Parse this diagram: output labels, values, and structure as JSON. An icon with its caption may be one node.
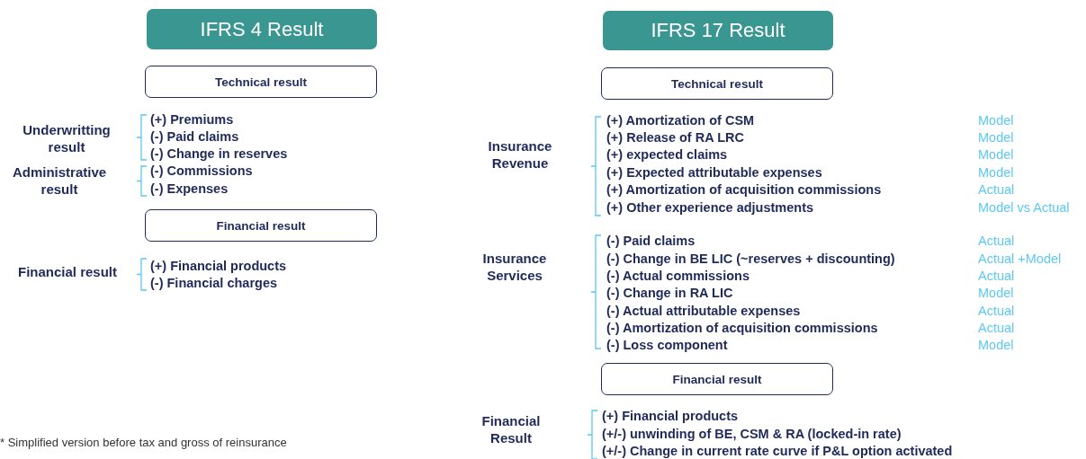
{
  "diagram": {
    "nodes": [
      {
        "text": [
          "IFRS 4 Result"
        ]
      },
      {
        "text": [
          "Technical result"
        ]
      },
      {
        "text": [
          "Financial result"
        ]
      },
      {
        "text": [
          "IFRS 17 Result"
        ]
      },
      {
        "text": [
          "Technical result"
        ]
      },
      {
        "text": [
          "Financial result"
        ]
      }
    ],
    "edges": [],
    "labels": [
      "Underwritting result",
      "(+) Premiums",
      "(-) Paid claims",
      "(-) Change in reserves",
      "Administrative result",
      "(-) Commissions",
      "(-) Expenses",
      "Financial result",
      "(+) Financial products",
      "(-) Financial charges",
      "Insurance Revenue",
      "(+) Amortization of CSM",
      "Model",
      "(+) Release of RA LRC",
      "Model",
      "(+) expected claims",
      "Model",
      "(+) Expected attributable expenses",
      "Model",
      "(+) Amortization of acquisition commissions",
      "Actual",
      "(+) Other experience adjustments",
      "Model vs Actual",
      "Insurance Services",
      "(-) Paid claims",
      "Actual",
      "(-) Change in BE LIC (~reserves + discounting)",
      "Actual +Model",
      "(-) Actual commissions",
      "Actual",
      "(-) Change in RA LIC",
      "Model",
      "(-) Actual attributable expenses",
      "Actual",
      "(-) Amortization of acquisition commissions",
      "Actual",
      "(-) Loss component",
      "Model",
      "Financial Result",
      "(+) Financial products",
      "(+/-) unwinding of BE, CSM & RA (locked-in rate)",
      "(+/-) Change in current rate curve if P&L option activated",
      "* Simplified version before tax and gross of reinsurance"
    ]
  }
}
